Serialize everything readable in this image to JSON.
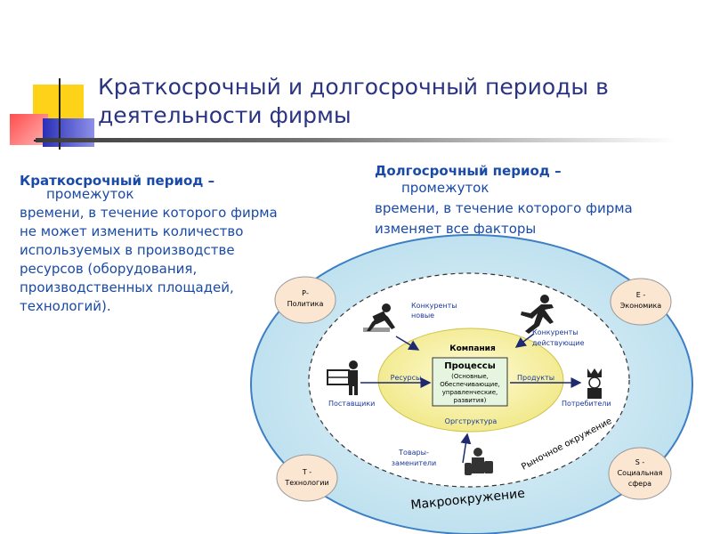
{
  "title": "Краткосрочный и долгосрочный периоды в деятельности фирмы",
  "short_period": {
    "head": "Краткосрочный период –",
    "line1": "промежуток",
    "rest": [
      "времени, в течение которого фирма",
      "не может изменить количество",
      "используемых в производстве",
      "ресурсов (оборудования,",
      "производственных площадей,",
      "технологий)."
    ]
  },
  "long_period": {
    "head": "Долгосрочный период –",
    "line1": "промежуток",
    "rest": [
      "времени, в течение которого фирма",
      "изменяет все факторы"
    ]
  },
  "diagram": {
    "company": "Компания",
    "processes_title": "Процессы",
    "processes_lines": [
      "(Основные,",
      "Обеспечивающие,",
      "управленческие,",
      "развития)"
    ],
    "resources": "Ресурсы",
    "products": "Продукты",
    "org_structure": "Оргструктура",
    "suppliers": "Поставщики",
    "consumers": "Потребители",
    "new_competitors": [
      "Конкуренты",
      "новые"
    ],
    "current_competitors": [
      "Конкуренты",
      "действующие"
    ],
    "substitutes": [
      "Товары-",
      "заменители"
    ],
    "market_env": "Рыночное окружение",
    "macro_env": "Макроокружение",
    "p_factor": [
      "Р-",
      "Политика"
    ],
    "e_factor": [
      "Е -",
      "Экономика"
    ],
    "t_factor": [
      "Т -",
      "Технологии"
    ],
    "s_factor": [
      "S -",
      "Социальная",
      "сфера"
    ]
  }
}
